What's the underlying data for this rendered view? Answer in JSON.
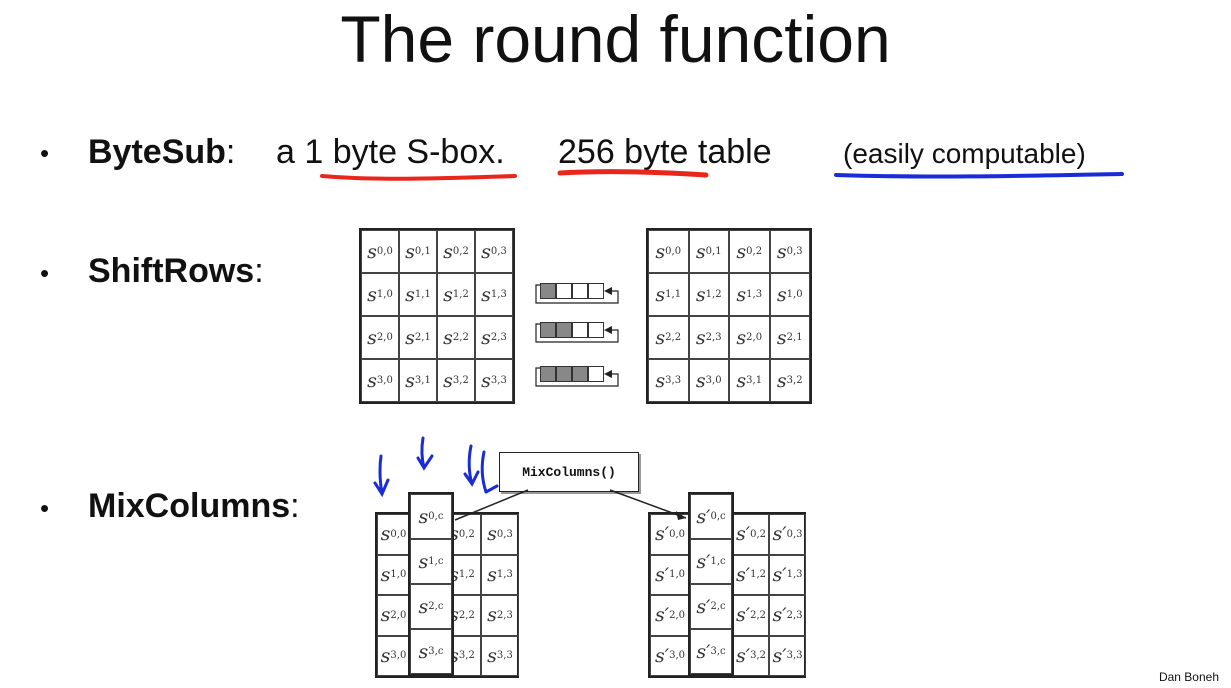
{
  "title": "The round function",
  "bytesub": {
    "label": "ByteSub",
    "colon": ":",
    "desc1": "a 1 byte S-box.",
    "desc2": "256 byte table",
    "note": "(easily computable)"
  },
  "shiftrows": {
    "label": "ShiftRows",
    "colon": ":",
    "before": [
      [
        "0,0",
        "0,1",
        "0,2",
        "0,3"
      ],
      [
        "1,0",
        "1,1",
        "1,2",
        "1,3"
      ],
      [
        "2,0",
        "2,1",
        "2,2",
        "2,3"
      ],
      [
        "3,0",
        "3,1",
        "3,2",
        "3,3"
      ]
    ],
    "after": [
      [
        "0,0",
        "0,1",
        "0,2",
        "0,3"
      ],
      [
        "1,1",
        "1,2",
        "1,3",
        "1,0"
      ],
      [
        "2,2",
        "2,3",
        "2,0",
        "2,1"
      ],
      [
        "3,3",
        "3,0",
        "3,1",
        "3,2"
      ]
    ]
  },
  "mixcolumns": {
    "label": "MixColumns",
    "colon": ":",
    "box": "MixColumns()",
    "left": [
      [
        "0,0",
        "0,2",
        "0,3"
      ],
      [
        "1,0",
        "1,2",
        "1,3"
      ],
      [
        "2,0",
        "2,2",
        "2,3"
      ],
      [
        "3,0",
        "3,2",
        "3,3"
      ]
    ],
    "mid": [
      "0,c",
      "1,c",
      "2,c",
      "3,c"
    ],
    "right": [
      [
        "0,0",
        "0,2",
        "0,3"
      ],
      [
        "1,0",
        "1,2",
        "1,3"
      ],
      [
        "2,0",
        "2,2",
        "2,3"
      ],
      [
        "3,0",
        "3,2",
        "3,3"
      ]
    ]
  },
  "footer": "Dan Boneh",
  "colors": {
    "red_underline": "#e8261c",
    "blue_underline": "#1a2bd8",
    "gray_fill": "#888888"
  },
  "icons": [
    "bullet-dot",
    "arrow-down-icon",
    "rotate-left-arrow-icon"
  ]
}
